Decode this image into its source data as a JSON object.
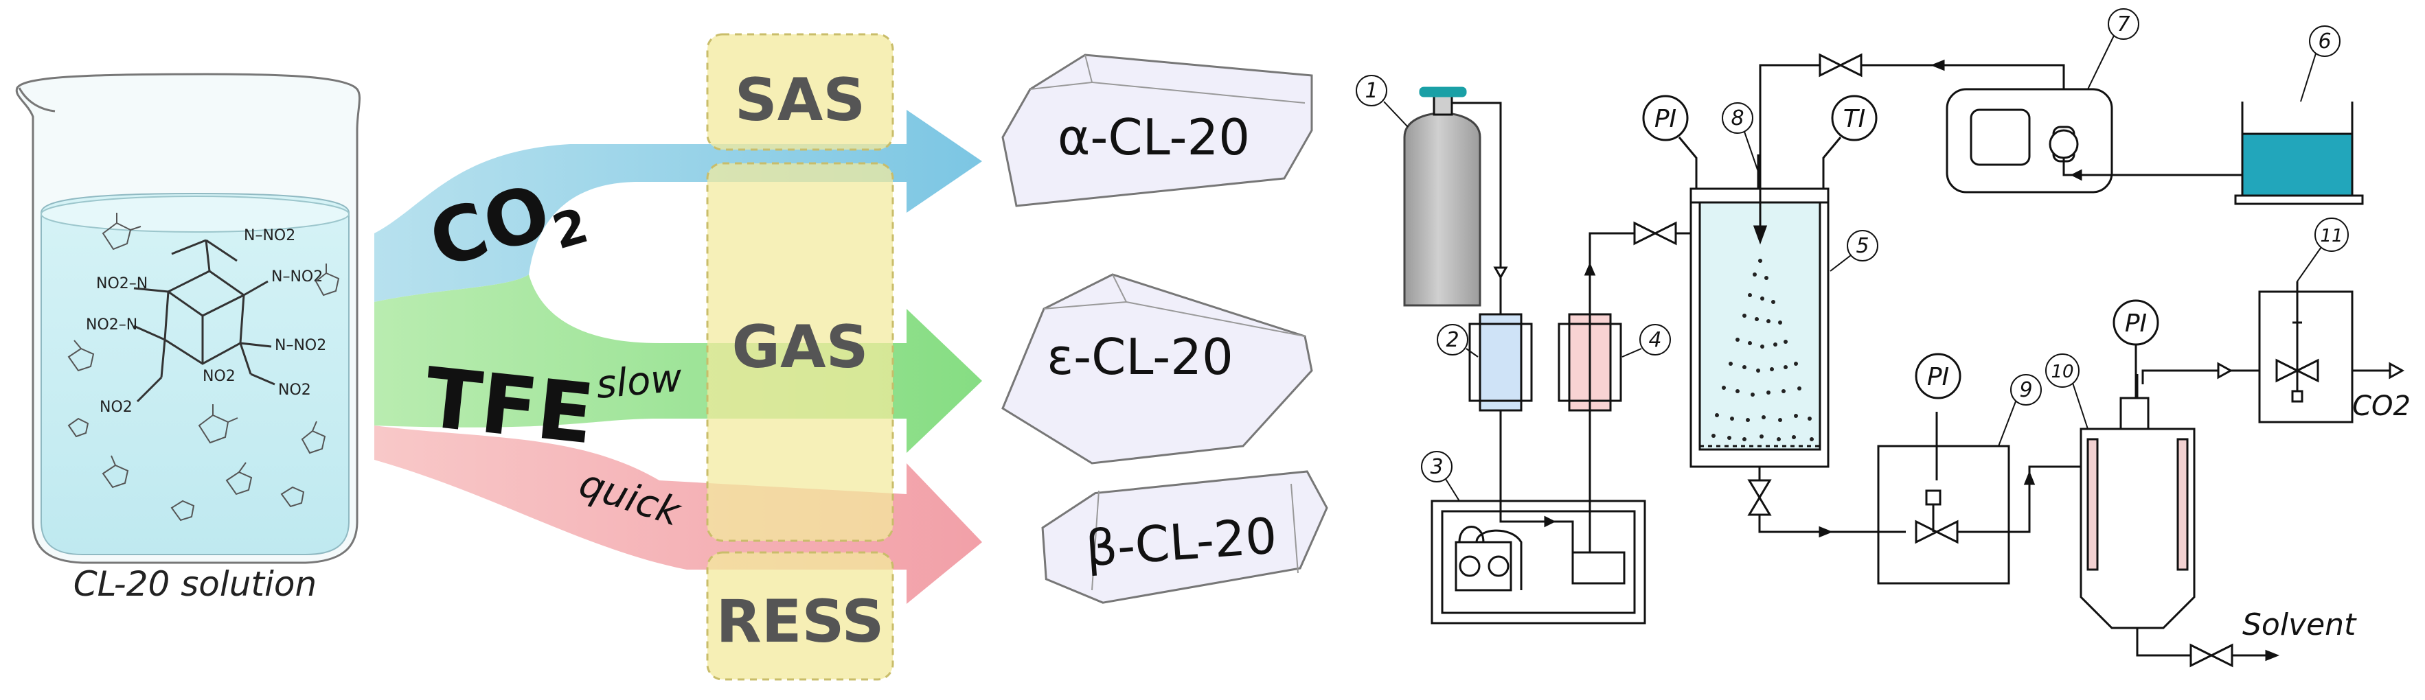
{
  "left_panel": {
    "beaker_caption": "CL-20 solution",
    "antisolvent": "CO2",
    "antisolvent_main": "CO",
    "antisolvent_sub": "2",
    "solvent": "TFE",
    "rate_slow": "slow",
    "rate_quick": "quick",
    "methods": [
      "SAS",
      "GAS",
      "RESS"
    ],
    "polymorphs": [
      "α-CL-20",
      "ε-CL-20",
      "β-CL-20"
    ],
    "nitro_groups": [
      "NO2",
      "NO2",
      "NO2",
      "NO2",
      "NO2",
      "NO2",
      "NO2",
      "NO2"
    ],
    "colors": {
      "co2_arrow": "#87cbe6",
      "tfe_arrow": "#8ee08a",
      "quick_arrow": "#f4a7ad",
      "method_box": "#f3ea9c",
      "solution": "#c9eef4"
    }
  },
  "schematic": {
    "callouts": [
      "1",
      "2",
      "3",
      "4",
      "5",
      "6",
      "7",
      "8",
      "9",
      "10",
      "11"
    ],
    "gauge_pi": "PI",
    "gauge_ti": "TI",
    "outlet_co2": "CO2",
    "outlet_solvent": "Solvent",
    "colors": {
      "cylinder": "#bdbdbd",
      "cylinder_cap": "#1aa0a6",
      "cooler": "#cfe3f7",
      "heater": "#f8d3d3",
      "vessel_fill": "#dff4f6",
      "tank_liquid": "#22a6bb",
      "separator_jacket": "#f2d1d1"
    }
  }
}
